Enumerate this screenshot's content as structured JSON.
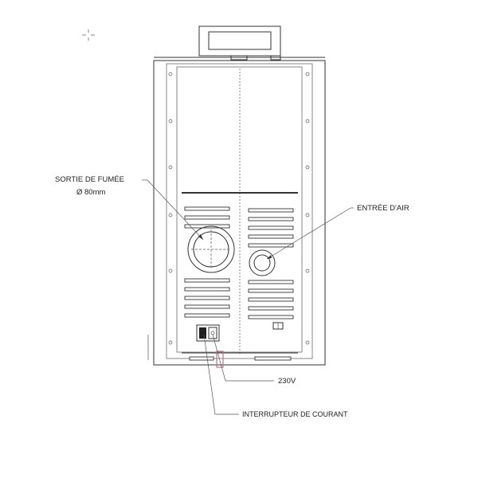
{
  "labels": {
    "smoke_outlet_line1": "SORTIE DE FUMÉE",
    "smoke_outlet_line2": "Ø 80mm",
    "air_inlet": "ENTRÉE D'AIR",
    "voltage": "230V",
    "power_switch": "INTERRUPTEUR DE COURANT"
  }
}
